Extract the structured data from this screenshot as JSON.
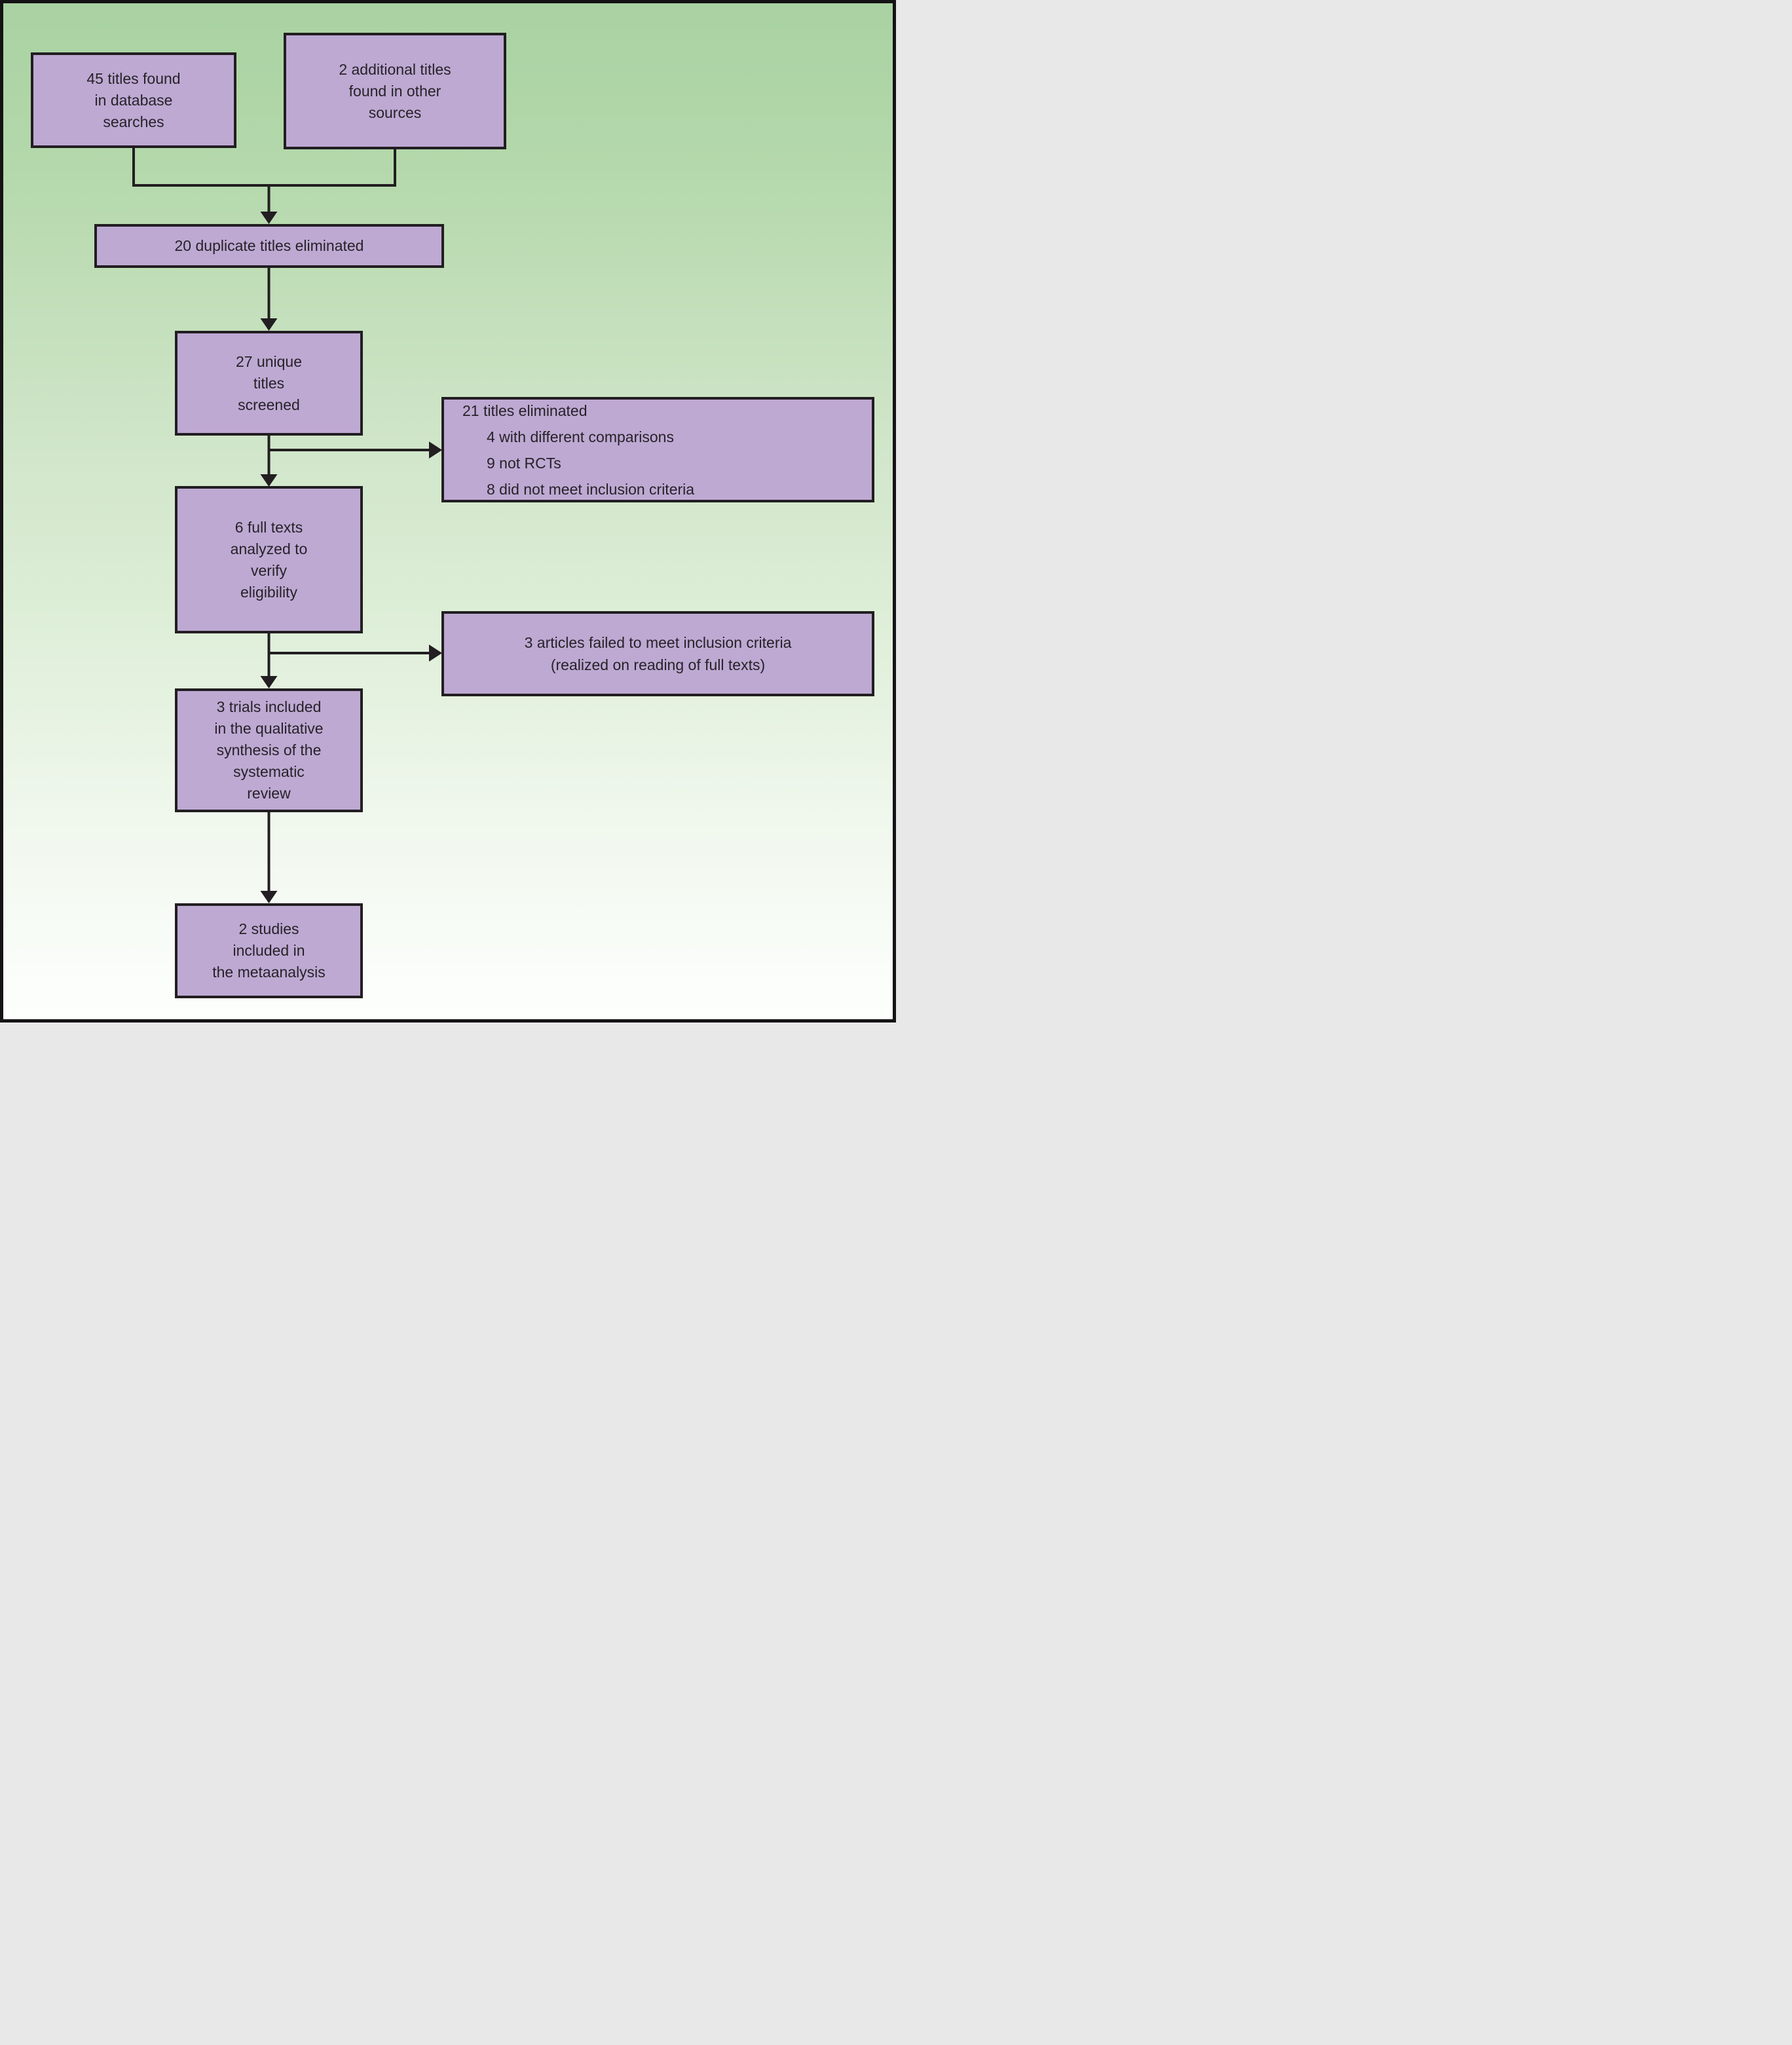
{
  "figure": {
    "type": "study-selection-flowchart",
    "background_top_color": "#a9d2a2",
    "background_bottom_color": "#fdfffd",
    "box_fill_color": "#bea9d3",
    "line_color": "#221e21",
    "text_color": "#272228"
  },
  "boxes": {
    "database_titles": {
      "text": "45 titles found\nin database\nsearches"
    },
    "other_sources": {
      "text": "2 additional titles\nfound in other\nsources"
    },
    "duplicates_eliminated": {
      "text": "20 duplicate titles eliminated"
    },
    "titles_screened": {
      "text": "27 unique\ntitles\nscreened"
    },
    "titles_eliminated": {
      "title": "21 titles eliminated",
      "items": [
        "4 with different comparisons",
        "9 not RCTs",
        "8 did not meet inclusion criteria"
      ]
    },
    "full_texts_analyzed": {
      "text": "6 full texts\nanalyzed to\nverify\neligibility"
    },
    "articles_failed": {
      "text": "3 articles failed to meet inclusion criteria\n(realized on reading of full texts)"
    },
    "qualitative_synthesis": {
      "text": "3 trials included\nin the qualitative\nsynthesis of the\nsystematic\nreview"
    },
    "metaanalysis": {
      "text": "2 studies\nincluded in\nthe metaanalysis"
    }
  }
}
